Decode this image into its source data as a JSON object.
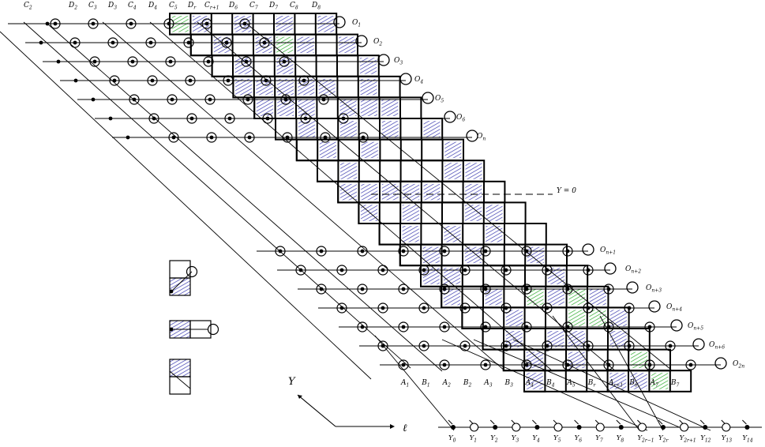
{
  "diagram": {
    "top_labels": [
      "C_2",
      "D_2",
      "C_3",
      "D_3",
      "C_4",
      "D_4",
      "C_5",
      "D_r",
      "C_r+1",
      "D_6",
      "C_7",
      "D_7",
      "C_8",
      "D_8"
    ],
    "row_labels": [
      "O_1",
      "O_2",
      "O_3",
      "O_4",
      "O_5",
      "O_6",
      "O_n",
      "O_n+1",
      "O_n+2",
      "O_n+3",
      "O_n+4",
      "O_n+5",
      "O_n+6",
      "O_2n"
    ],
    "bottom_labels": [
      "A_1",
      "B_1",
      "A_2",
      "B_2",
      "A_3",
      "B_3",
      "A_4",
      "B_4",
      "A_5",
      "B_r",
      "A_r+1",
      "B_6",
      "A_7",
      "B_7"
    ],
    "y_labels": [
      "Y_0",
      "Y_1",
      "Y_2",
      "Y_3",
      "Y_4",
      "Y_5",
      "Y_6",
      "Y_7",
      "Y_8",
      "Y_2r−1",
      "Y_2r",
      "Y_2r+1",
      "Y_12",
      "Y_13",
      "Y_14"
    ],
    "axis_Y": "Y",
    "axis_ell": "ℓ",
    "zero_line_label": "Y = 0"
  },
  "colors": {
    "line": "#000000",
    "hatch_blue": "#3b3bb0",
    "hatch_green": "#2eaa2e",
    "background": "#ffffff"
  }
}
